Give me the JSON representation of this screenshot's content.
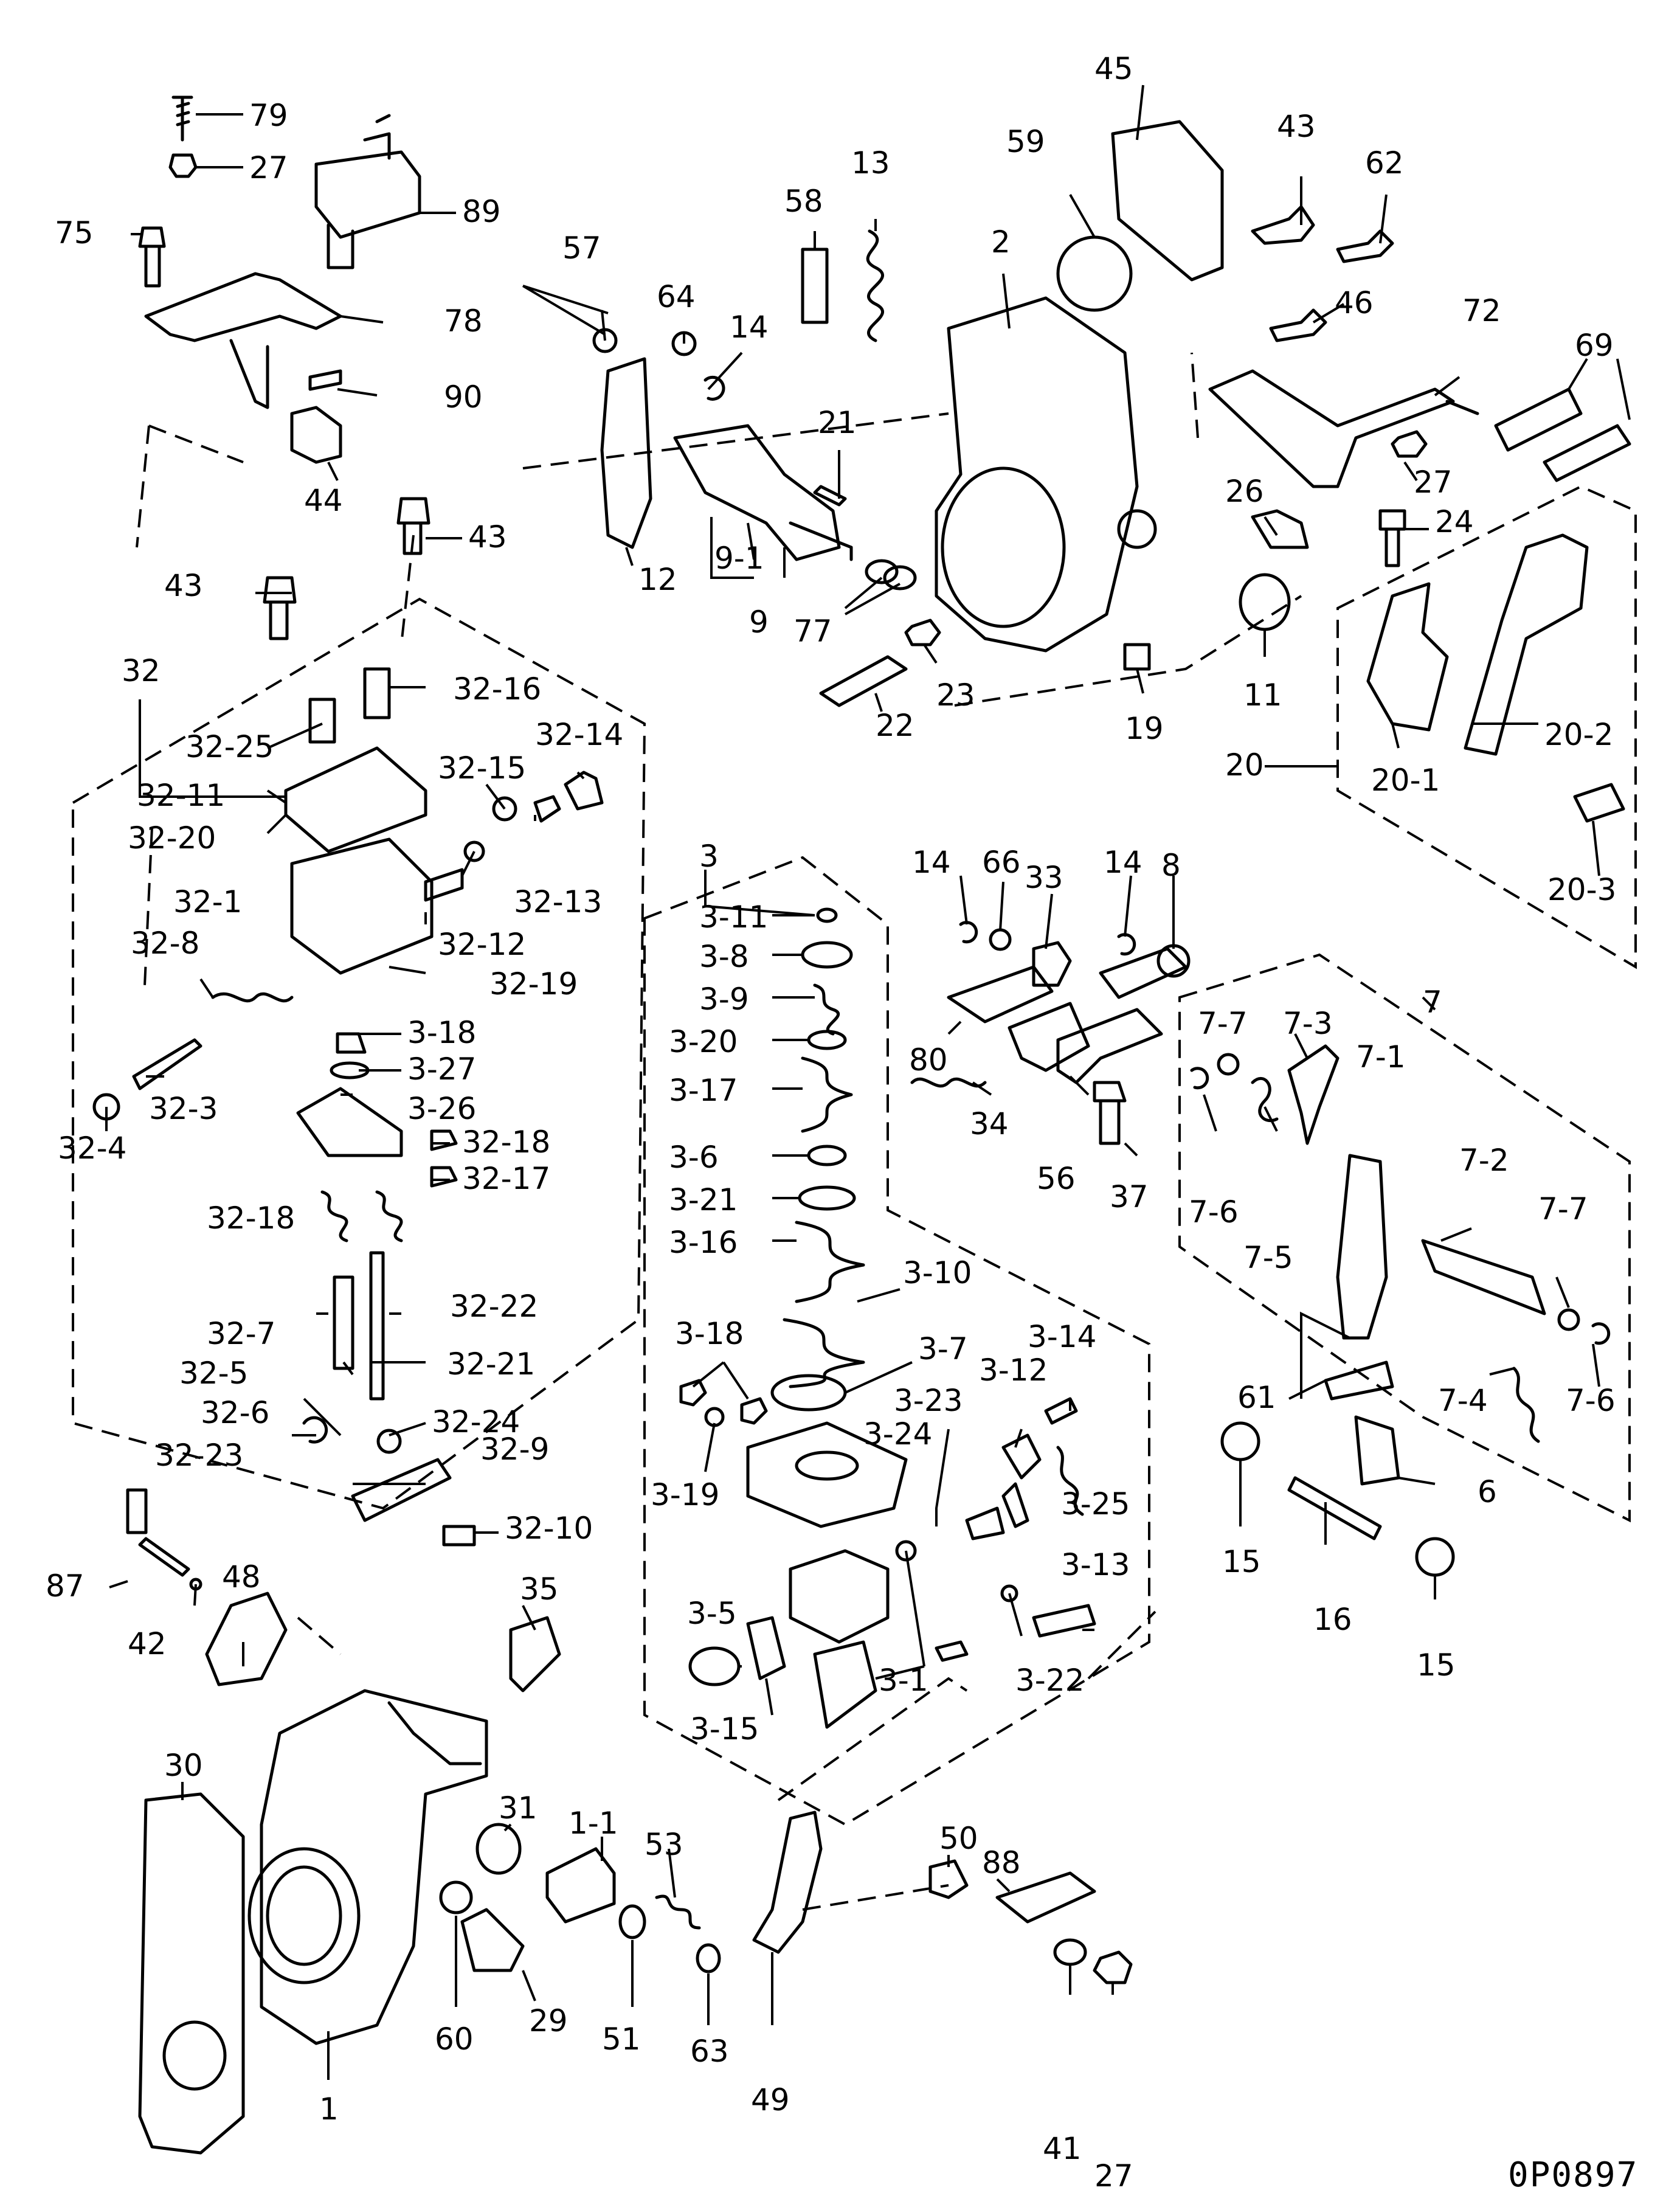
{
  "drawing_code": "0P0897",
  "callouts": [
    {
      "id": "79",
      "text": "79"
    },
    {
      "id": "27a",
      "text": "27"
    },
    {
      "id": "89",
      "text": "89"
    },
    {
      "id": "75",
      "text": "75"
    },
    {
      "id": "78",
      "text": "78"
    },
    {
      "id": "90",
      "text": "90"
    },
    {
      "id": "44",
      "text": "44"
    },
    {
      "id": "43a",
      "text": "43"
    },
    {
      "id": "43b",
      "text": "43"
    },
    {
      "id": "57",
      "text": "57"
    },
    {
      "id": "64",
      "text": "64"
    },
    {
      "id": "14a",
      "text": "14"
    },
    {
      "id": "58",
      "text": "58"
    },
    {
      "id": "13",
      "text": "13"
    },
    {
      "id": "59",
      "text": "59"
    },
    {
      "id": "45",
      "text": "45"
    },
    {
      "id": "2",
      "text": "2"
    },
    {
      "id": "43c",
      "text": "43"
    },
    {
      "id": "62",
      "text": "62"
    },
    {
      "id": "46",
      "text": "46"
    },
    {
      "id": "72",
      "text": "72"
    },
    {
      "id": "69",
      "text": "69"
    },
    {
      "id": "27b",
      "text": "27"
    },
    {
      "id": "26",
      "text": "26"
    },
    {
      "id": "24",
      "text": "24"
    },
    {
      "id": "21",
      "text": "21"
    },
    {
      "id": "12",
      "text": "12"
    },
    {
      "id": "9-1",
      "text": "9-1"
    },
    {
      "id": "9",
      "text": "9"
    },
    {
      "id": "77",
      "text": "77"
    },
    {
      "id": "22",
      "text": "22"
    },
    {
      "id": "23",
      "text": "23"
    },
    {
      "id": "19",
      "text": "19"
    },
    {
      "id": "11",
      "text": "11"
    },
    {
      "id": "20",
      "text": "20"
    },
    {
      "id": "20-1",
      "text": "20-1"
    },
    {
      "id": "20-2",
      "text": "20-2"
    },
    {
      "id": "20-3",
      "text": "20-3"
    },
    {
      "id": "32",
      "text": "32"
    },
    {
      "id": "32-16",
      "text": "32-16"
    },
    {
      "id": "32-25",
      "text": "32-25"
    },
    {
      "id": "32-14",
      "text": "32-14"
    },
    {
      "id": "32-15",
      "text": "32-15"
    },
    {
      "id": "32-11",
      "text": "32-11"
    },
    {
      "id": "32-20",
      "text": "32-20"
    },
    {
      "id": "32-13",
      "text": "32-13"
    },
    {
      "id": "32-12",
      "text": "32-12"
    },
    {
      "id": "32-1",
      "text": "32-1"
    },
    {
      "id": "32-19",
      "text": "32-19"
    },
    {
      "id": "32-8",
      "text": "32-8"
    },
    {
      "id": "3-18a",
      "text": "3-18"
    },
    {
      "id": "3-27",
      "text": "3-27"
    },
    {
      "id": "32-3",
      "text": "32-3"
    },
    {
      "id": "32-4",
      "text": "32-4"
    },
    {
      "id": "3-26",
      "text": "3-26"
    },
    {
      "id": "32-18a",
      "text": "32-18"
    },
    {
      "id": "32-17",
      "text": "32-17"
    },
    {
      "id": "32-18b",
      "text": "32-18"
    },
    {
      "id": "32-7",
      "text": "32-7"
    },
    {
      "id": "32-22",
      "text": "32-22"
    },
    {
      "id": "32-5",
      "text": "32-5"
    },
    {
      "id": "32-21",
      "text": "32-21"
    },
    {
      "id": "32-6",
      "text": "32-6"
    },
    {
      "id": "32-24",
      "text": "32-24"
    },
    {
      "id": "32-23",
      "text": "32-23"
    },
    {
      "id": "32-9",
      "text": "32-9"
    },
    {
      "id": "32-10",
      "text": "32-10"
    },
    {
      "id": "3",
      "text": "3"
    },
    {
      "id": "3-11",
      "text": "3-11"
    },
    {
      "id": "3-8",
      "text": "3-8"
    },
    {
      "id": "3-9",
      "text": "3-9"
    },
    {
      "id": "3-20",
      "text": "3-20"
    },
    {
      "id": "3-17",
      "text": "3-17"
    },
    {
      "id": "3-6",
      "text": "3-6"
    },
    {
      "id": "3-21",
      "text": "3-21"
    },
    {
      "id": "3-16",
      "text": "3-16"
    },
    {
      "id": "3-10",
      "text": "3-10"
    },
    {
      "id": "3-7",
      "text": "3-7"
    },
    {
      "id": "3-18b",
      "text": "3-18"
    },
    {
      "id": "3-14",
      "text": "3-14"
    },
    {
      "id": "3-12",
      "text": "3-12"
    },
    {
      "id": "3-23",
      "text": "3-23"
    },
    {
      "id": "3-24",
      "text": "3-24"
    },
    {
      "id": "3-19",
      "text": "3-19"
    },
    {
      "id": "3-25",
      "text": "3-25"
    },
    {
      "id": "3-13",
      "text": "3-13"
    },
    {
      "id": "3-5",
      "text": "3-5"
    },
    {
      "id": "3-22",
      "text": "3-22"
    },
    {
      "id": "3-15",
      "text": "3-15"
    },
    {
      "id": "3-1",
      "text": "3-1"
    },
    {
      "id": "14b",
      "text": "14"
    },
    {
      "id": "66",
      "text": "66"
    },
    {
      "id": "33",
      "text": "33"
    },
    {
      "id": "14c",
      "text": "14"
    },
    {
      "id": "8",
      "text": "8"
    },
    {
      "id": "80",
      "text": "80"
    },
    {
      "id": "34",
      "text": "34"
    },
    {
      "id": "56",
      "text": "56"
    },
    {
      "id": "37",
      "text": "37"
    },
    {
      "id": "7",
      "text": "7"
    },
    {
      "id": "7-7a",
      "text": "7-7"
    },
    {
      "id": "7-3",
      "text": "7-3"
    },
    {
      "id": "7-1",
      "text": "7-1"
    },
    {
      "id": "7-2",
      "text": "7-2"
    },
    {
      "id": "7-6a",
      "text": "7-6"
    },
    {
      "id": "7-5",
      "text": "7-5"
    },
    {
      "id": "7-7b",
      "text": "7-7"
    },
    {
      "id": "61",
      "text": "61"
    },
    {
      "id": "7-4",
      "text": "7-4"
    },
    {
      "id": "7-6b",
      "text": "7-6"
    },
    {
      "id": "6",
      "text": "6"
    },
    {
      "id": "15a",
      "text": "15"
    },
    {
      "id": "16",
      "text": "16"
    },
    {
      "id": "15b",
      "text": "15"
    },
    {
      "id": "87",
      "text": "87"
    },
    {
      "id": "42",
      "text": "42"
    },
    {
      "id": "48",
      "text": "48"
    },
    {
      "id": "35",
      "text": "35"
    },
    {
      "id": "30",
      "text": "30"
    },
    {
      "id": "31",
      "text": "31"
    },
    {
      "id": "1-1",
      "text": "1-1"
    },
    {
      "id": "53",
      "text": "53"
    },
    {
      "id": "50",
      "text": "50"
    },
    {
      "id": "88",
      "text": "88"
    },
    {
      "id": "60",
      "text": "60"
    },
    {
      "id": "29",
      "text": "29"
    },
    {
      "id": "51",
      "text": "51"
    },
    {
      "id": "63",
      "text": "63"
    },
    {
      "id": "49",
      "text": "49"
    },
    {
      "id": "41",
      "text": "41"
    },
    {
      "id": "27c",
      "text": "27"
    },
    {
      "id": "1",
      "text": "1"
    }
  ]
}
